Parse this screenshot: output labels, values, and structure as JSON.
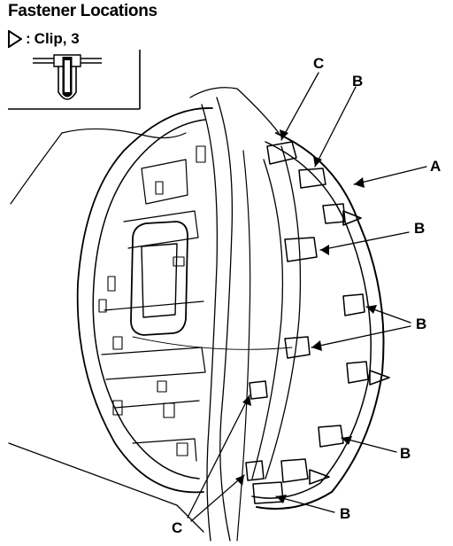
{
  "title": "Fastener Locations",
  "legend": {
    "symbol": "triangle-outline-icon",
    "colon": ":",
    "text": "Clip, 3"
  },
  "callouts": {
    "a": "A",
    "b1": "B",
    "b2": "B",
    "b3": "B",
    "b4": "B",
    "b5": "B",
    "c1": "C",
    "c2": "C"
  }
}
